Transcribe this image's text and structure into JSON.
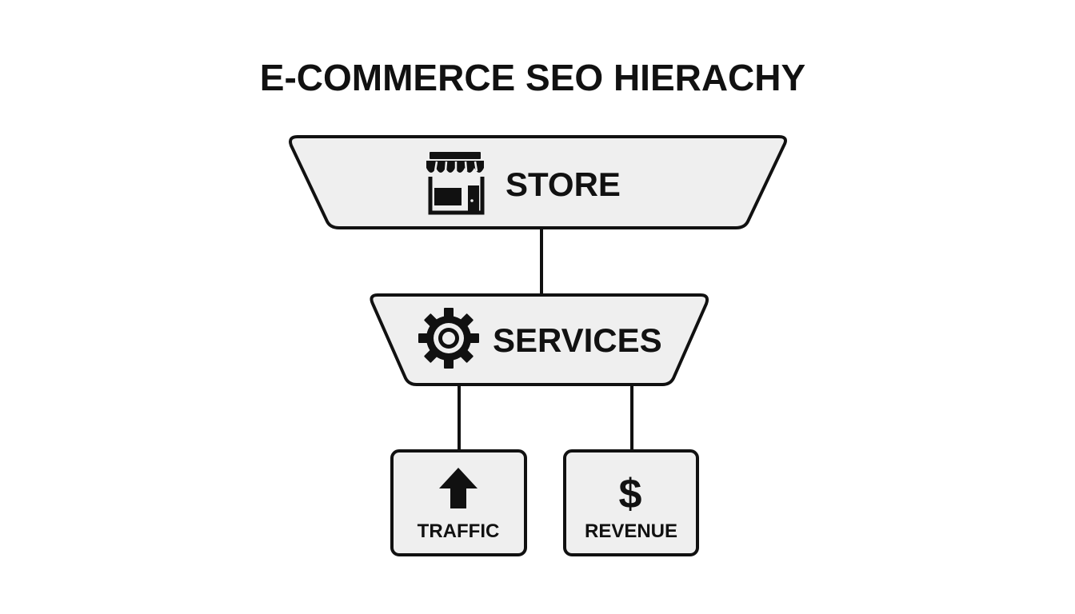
{
  "title": "E-COMMERCE SEO HIERACHY",
  "nodes": {
    "store": {
      "label": "STORE",
      "icon": "storefront-icon"
    },
    "services": {
      "label": "SERVICES",
      "icon": "gear-icon"
    },
    "traffic": {
      "label": "TRAFFIC",
      "icon": "arrow-up-icon"
    },
    "revenue": {
      "label": "REVENUE",
      "icon": "dollar-icon",
      "symbol": "$"
    }
  },
  "edges": [
    {
      "from": "store",
      "to": "services"
    },
    {
      "from": "services",
      "to": "traffic"
    },
    {
      "from": "services",
      "to": "revenue"
    }
  ],
  "colors": {
    "stroke": "#111111",
    "box_fill": "#efefef",
    "background": "#ffffff"
  }
}
